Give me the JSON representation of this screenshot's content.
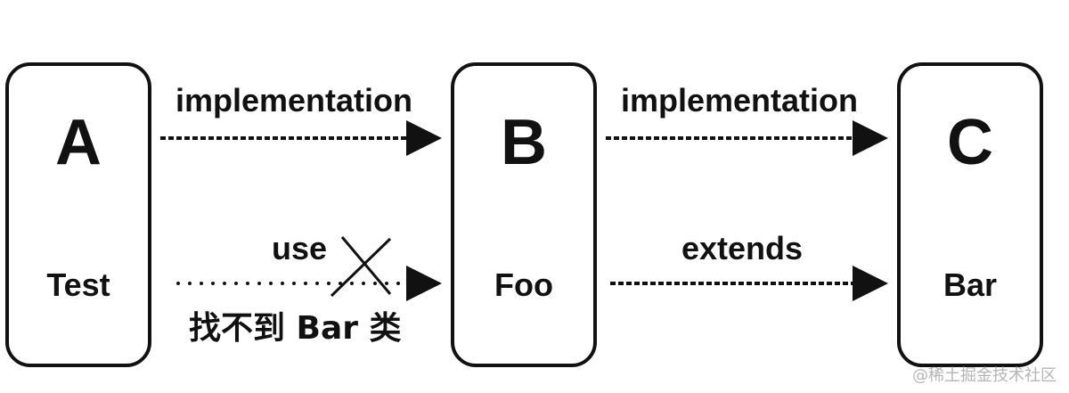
{
  "nodes": [
    {
      "letter": "A",
      "name": "Test"
    },
    {
      "letter": "B",
      "name": "Foo"
    },
    {
      "letter": "C",
      "name": "Bar"
    }
  ],
  "edges": {
    "a_to_b_implementation": "implementation",
    "b_to_c_implementation": "implementation",
    "a_to_b_use": "use",
    "b_to_c_extends": "extends",
    "a_to_b_use_note": "找不到 Bar 类"
  },
  "watermark": "@稀土掘金技术社区",
  "colors": {
    "ink": "#111111",
    "background": "#ffffff",
    "watermark": "#b5b5b5"
  }
}
